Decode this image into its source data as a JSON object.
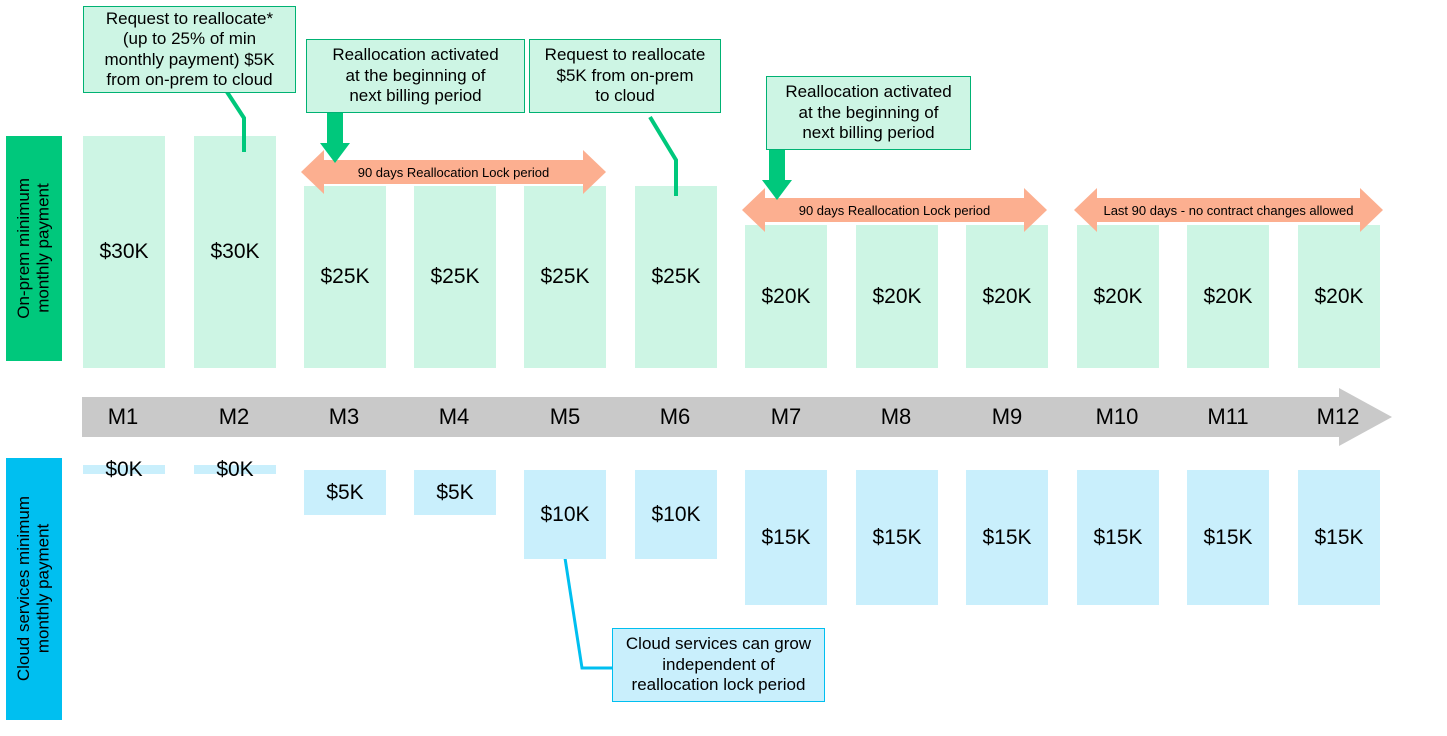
{
  "chart_data": {
    "type": "bar",
    "title": "",
    "categories": [
      "M1",
      "M2",
      "M3",
      "M4",
      "M5",
      "M6",
      "M7",
      "M8",
      "M9",
      "M10",
      "M11",
      "M12"
    ],
    "series": [
      {
        "name": "On-prem minimum monthly payment",
        "labels": [
          "$30K",
          "$30K",
          "$25K",
          "$25K",
          "$25K",
          "$25K",
          "$20K",
          "$20K",
          "$20K",
          "$20K",
          "$20K",
          "$20K"
        ],
        "values": [
          30,
          30,
          25,
          25,
          25,
          25,
          20,
          20,
          20,
          20,
          20,
          20
        ],
        "color": "#CDF5E4"
      },
      {
        "name": "Cloud services minimum monthly payment",
        "labels": [
          "$0K",
          "$0K",
          "$5K",
          "$5K",
          "$10K",
          "$10K",
          "$15K",
          "$15K",
          "$15K",
          "$15K",
          "$15K",
          "$15K"
        ],
        "values": [
          0,
          0,
          5,
          5,
          10,
          10,
          15,
          15,
          15,
          15,
          15,
          15
        ],
        "color": "#C9EFFC"
      }
    ],
    "xlabel": "",
    "ylabel": "",
    "grid": false,
    "legend": "left-vertical-bands"
  },
  "axis": {
    "months": [
      "M1",
      "M2",
      "M3",
      "M4",
      "M5",
      "M6",
      "M7",
      "M8",
      "M9",
      "M10",
      "M11",
      "M12"
    ]
  },
  "sidebands": {
    "onprem": {
      "text": "On-prem minimum\nmonthly payment",
      "color": "#00C87C"
    },
    "cloud": {
      "text": "Cloud services minimum\nmonthly payment",
      "color": "#00BFF0"
    }
  },
  "onprem_bars": [
    {
      "month": "M1",
      "label": "$30K"
    },
    {
      "month": "M2",
      "label": "$30K"
    },
    {
      "month": "M3",
      "label": "$25K"
    },
    {
      "month": "M4",
      "label": "$25K"
    },
    {
      "month": "M5",
      "label": "$25K"
    },
    {
      "month": "M6",
      "label": "$25K"
    },
    {
      "month": "M7",
      "label": "$20K"
    },
    {
      "month": "M8",
      "label": "$20K"
    },
    {
      "month": "M9",
      "label": "$20K"
    },
    {
      "month": "M10",
      "label": "$20K"
    },
    {
      "month": "M11",
      "label": "$20K"
    },
    {
      "month": "M12",
      "label": "$20K"
    }
  ],
  "cloud_bars": [
    {
      "month": "M1",
      "label": "$0K"
    },
    {
      "month": "M2",
      "label": "$0K"
    },
    {
      "month": "M3",
      "label": "$5K"
    },
    {
      "month": "M4",
      "label": "$5K"
    },
    {
      "month": "M5",
      "label": "$10K"
    },
    {
      "month": "M6",
      "label": "$10K"
    },
    {
      "month": "M7",
      "label": "$15K"
    },
    {
      "month": "M8",
      "label": "$15K"
    },
    {
      "month": "M9",
      "label": "$15K"
    },
    {
      "month": "M10",
      "label": "$15K"
    },
    {
      "month": "M11",
      "label": "$15K"
    },
    {
      "month": "M12",
      "label": "$15K"
    }
  ],
  "callouts": {
    "request1": "Request to reallocate*\n(up to 25% of min\nmonthly payment) $5K\nfrom on-prem to cloud",
    "activated1": "Reallocation activated\nat the beginning of\nnext billing period",
    "request2": "Request to reallocate\n$5K from on-prem\nto cloud",
    "activated2": "Reallocation activated\nat the beginning of\nnext billing period",
    "cloudgrow": "Cloud services can grow\nindependent of\nreallocation lock period"
  },
  "period_arrows": [
    {
      "label": "90 days Reallocation Lock period"
    },
    {
      "label": "90 days Reallocation Lock period"
    },
    {
      "label": "Last 90 days - no contract changes allowed"
    }
  ],
  "colors": {
    "onprem_bar": "#CDF5E4",
    "cloud_bar": "#C9EFFC",
    "onprem_band": "#00C87C",
    "cloud_band": "#00BFF0",
    "timeline": "#C9C9C9",
    "period_arrow": "#FCAF90",
    "green_line": "#00C87C",
    "blue_line": "#00BFF0"
  }
}
